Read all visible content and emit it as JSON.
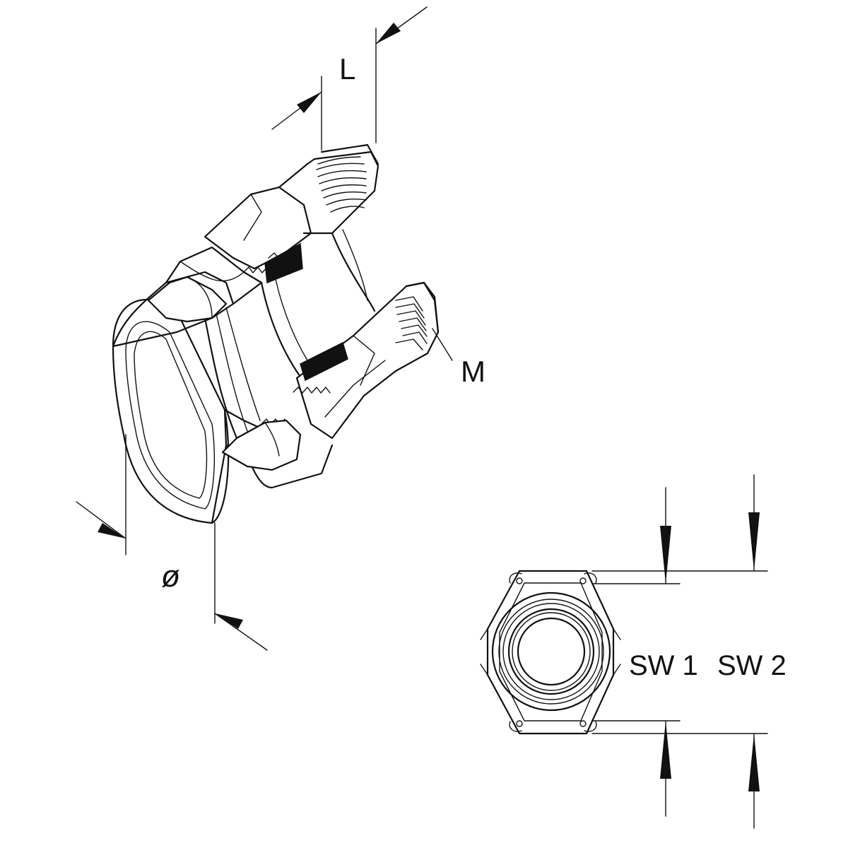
{
  "drawing": {
    "labels": {
      "length": "L",
      "thread": "M",
      "diameter": "ø",
      "sw1": "SW 1",
      "sw2": "SW 2"
    }
  }
}
